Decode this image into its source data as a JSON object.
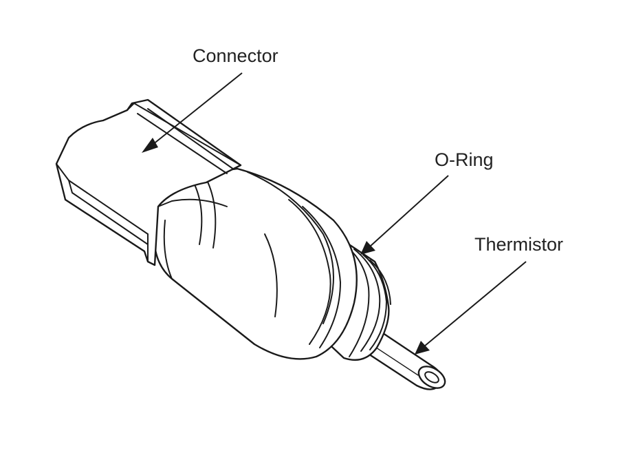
{
  "labels": {
    "connector": "Connector",
    "o_ring": "O-Ring",
    "thermistor": "Thermistor"
  },
  "colors": {
    "line": "#1a1a1a",
    "background": "#ffffff"
  }
}
